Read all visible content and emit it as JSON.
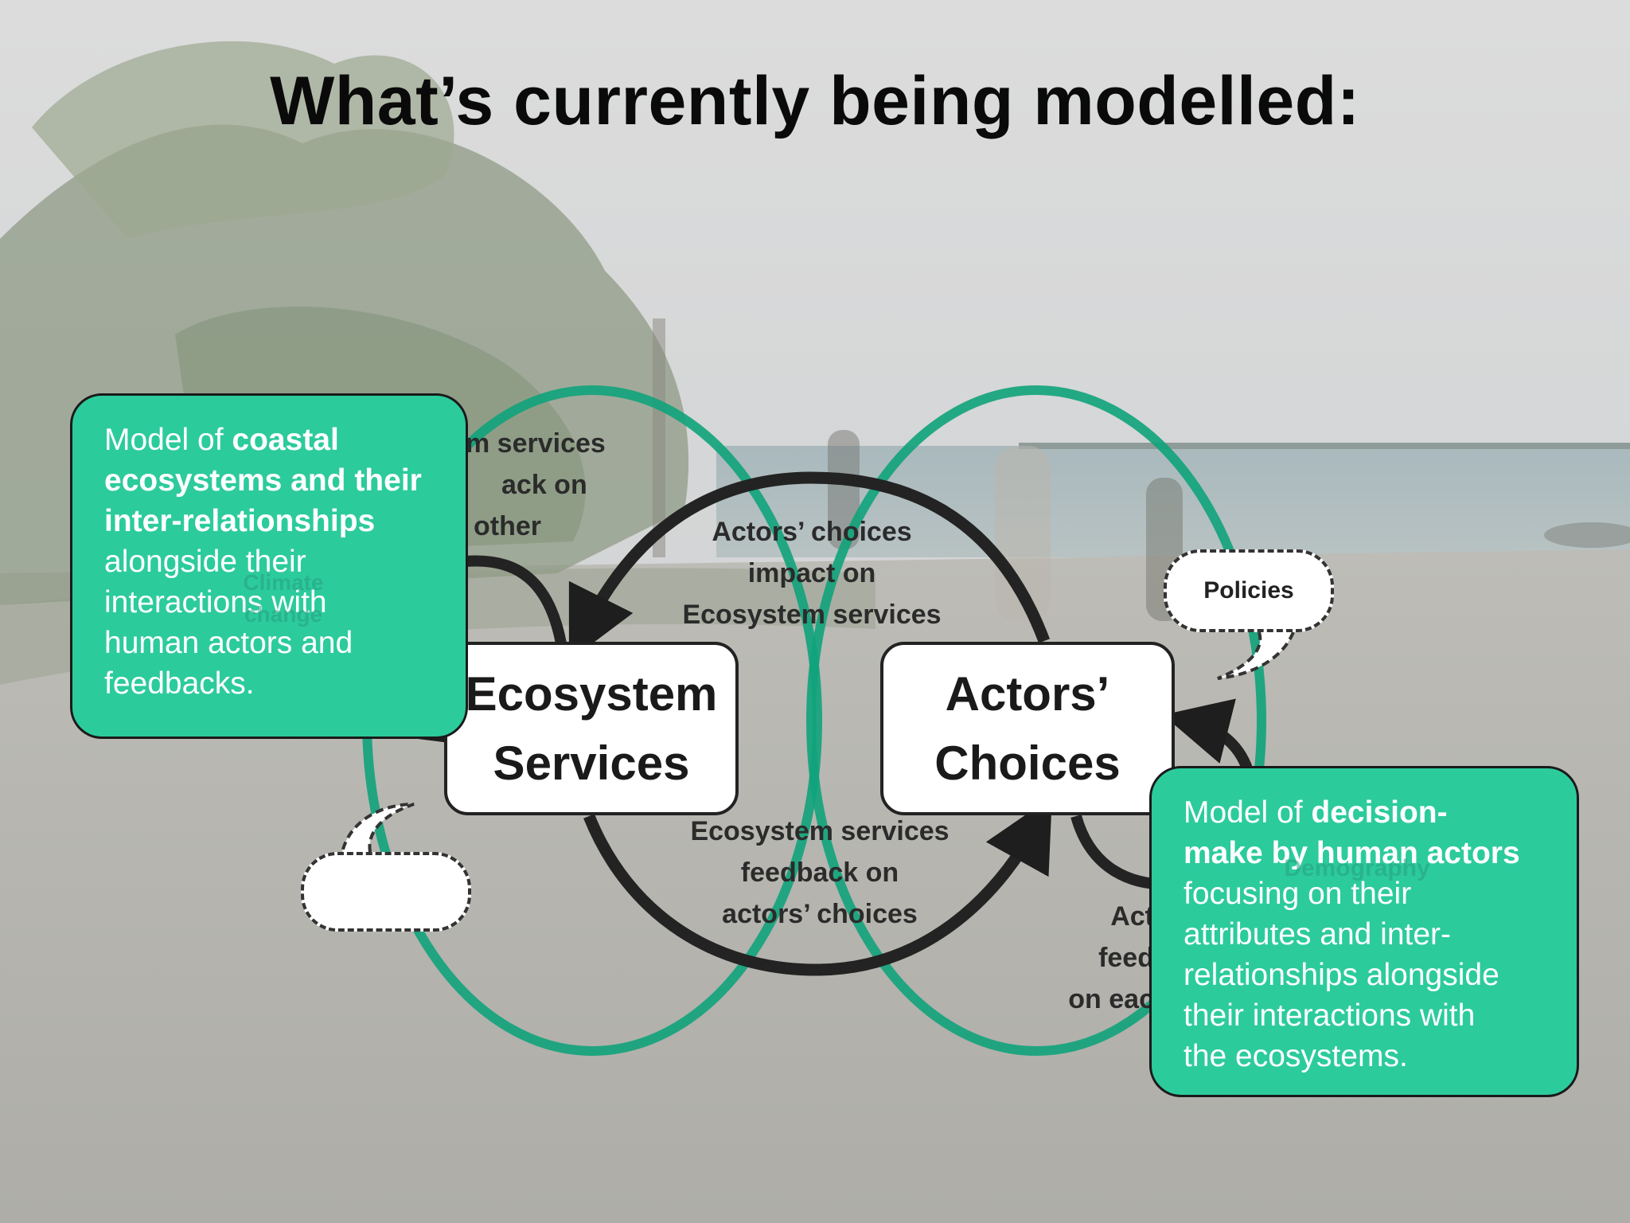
{
  "title": "What’s currently being modelled:",
  "colors": {
    "ellipse_green": "#0fa37b",
    "callout_green": "#2ccb9c",
    "arrow_dark": "#222222"
  },
  "nodes": {
    "ecosystem": [
      "Ecosystem",
      "Services"
    ],
    "actors": [
      "Actors’",
      "Choices"
    ]
  },
  "labels": {
    "actors_impact": [
      "Actors’ choices",
      "impact on",
      "Ecosystem services"
    ],
    "eco_feedback_actors": [
      "Ecosystem services",
      "feedback on",
      "actors’ choices"
    ],
    "eco_self_feedback": [
      "m services",
      "ack on",
      "other"
    ],
    "actors_self_feedback": [
      "Act",
      "feed",
      "on eac"
    ],
    "climate_change": [
      "Climate",
      "change"
    ],
    "demography": "Demography",
    "policies": "Policies"
  },
  "callouts": {
    "left": {
      "line1_normal": "Model of ",
      "line1_bold": "coastal",
      "line2": "ecosystems and their",
      "line3": "inter-relationships",
      "line4": "alongside their",
      "line5": "interactions with",
      "line6": "human actors and",
      "line7": "feedbacks."
    },
    "right": {
      "line1_normal": "Model of ",
      "line1_bold": "decision-",
      "line2": "make by human actors",
      "line3": "focusing on their",
      "line4": "attributes and inter-",
      "line5": "relationships alongside",
      "line6": "their interactions with",
      "line7": "the  ecosystems."
    }
  }
}
